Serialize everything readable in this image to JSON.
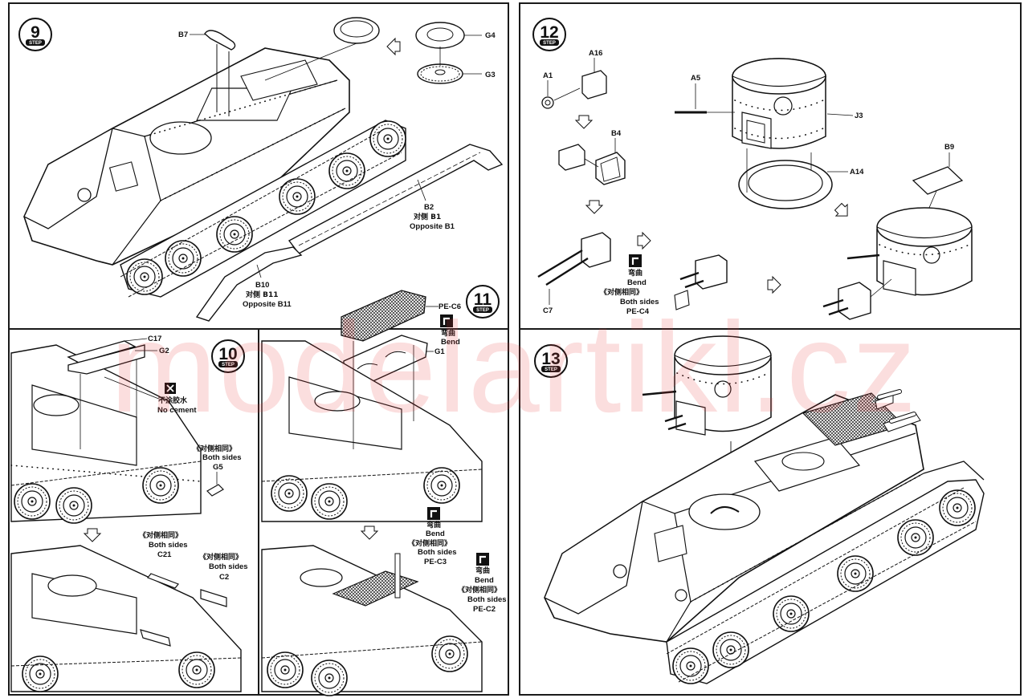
{
  "watermark": "modelartikl.cz",
  "steps": {
    "s9": {
      "number": "9",
      "tag": "STEP"
    },
    "s10": {
      "number": "10",
      "tag": "STEP"
    },
    "s11": {
      "number": "11",
      "tag": "STEP"
    },
    "s12": {
      "number": "12",
      "tag": "STEP"
    },
    "s13": {
      "number": "13",
      "tag": "STEP"
    }
  },
  "labels": {
    "b7": "B7",
    "g4": "G4",
    "g3": "G3",
    "b2": "B2",
    "b2_cn": "对侧 B1",
    "b2_en": "Opposite B1",
    "b10": "B10",
    "b10_cn": "对侧 B11",
    "b10_en": "Opposite B11",
    "c17": "C17",
    "g2": "G2",
    "nocement_cn": "不涂胶水",
    "nocement_en": "No cement",
    "bothsides_cn": "《对侧相同》",
    "bothsides_en": "Both sides",
    "g5": "G5",
    "c21": "C21",
    "c2": "C2",
    "pec6": "PE-C6",
    "bend_cn": "弯曲",
    "bend_en": "Bend",
    "g1": "G1",
    "pec3": "PE-C3",
    "pec2": "PE-C2",
    "a1": "A1",
    "a16": "A16",
    "a5": "A5",
    "j3": "J3",
    "b4": "B4",
    "a14": "A14",
    "b9": "B9",
    "c7": "C7",
    "pec4": "PE-C4"
  }
}
